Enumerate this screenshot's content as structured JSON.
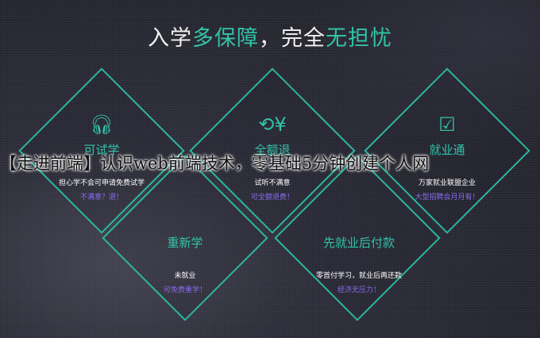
{
  "title": {
    "p1": "入学",
    "p2": "多保障",
    "p3": "，完全",
    "p4": "无担忧"
  },
  "cards": [
    {
      "icon": "headphones-icon",
      "name": "可试学",
      "desc": "担心学不会可申请免费试学",
      "sub": "不满意？退！"
    },
    {
      "icon": "yen-refund-icon",
      "name": "全额退",
      "desc": "试听不满意",
      "sub": "可全额退费！"
    },
    {
      "icon": "calendar-check-icon",
      "name": "就业通",
      "desc": "万家就业联盟企业",
      "sub": "大型招聘会月月有！"
    },
    {
      "name": "重新学",
      "desc": "未就业",
      "sub": "可免费重学！"
    },
    {
      "name": "先就业后付款",
      "desc": "零首付学习，就业后再还款",
      "sub": "经济无压力！"
    }
  ],
  "overlay": "【走进前端】认识web前端技术，零基础5分钟创建个人网",
  "colors": {
    "accent": "#32c3a8",
    "sub": "#8a6cf0",
    "bg": "#2b2b37"
  }
}
